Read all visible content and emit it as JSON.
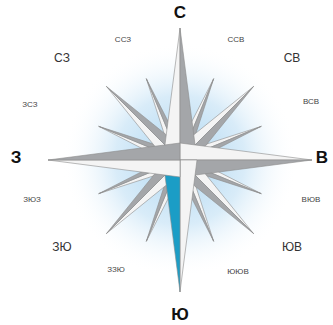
{
  "diagram": {
    "labels": [
      "С",
      "ССЗ",
      "ССВ",
      "СЗ",
      "СВ",
      "ЗСЗ",
      "ВСВ",
      "З",
      "В",
      "ЗЮЗ",
      "ВЮВ",
      "ЗЮ",
      "ЮВ",
      "ЗЗЮ",
      "ЮЮВ",
      "Ю"
    ]
  }
}
